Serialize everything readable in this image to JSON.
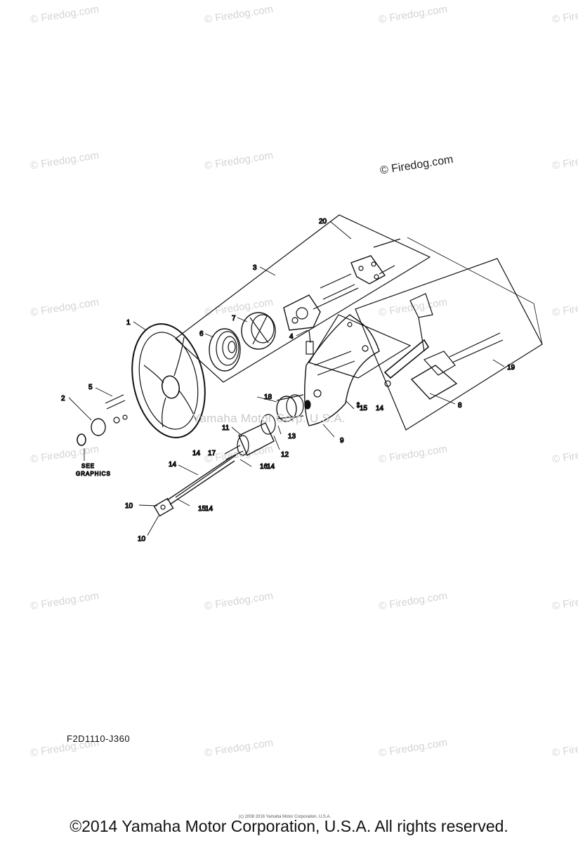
{
  "watermarks": {
    "text": "© Firedog.com",
    "highlight": "© Firedog.com"
  },
  "overlay_text": "Yamaha Motor Corp. U.S.A.",
  "part_code": "F2D1110-J360",
  "see_graphics": [
    "SEE",
    "GRAPHICS"
  ],
  "callouts": {
    "c1": "1",
    "c2": "2",
    "c3": "3",
    "c4": "4",
    "c5": "5",
    "c6": "6",
    "c7": "7",
    "c8": "8",
    "c9": "9",
    "c10a": "10",
    "c10b": "10",
    "c11": "11",
    "c12": "12",
    "c13": "13",
    "c14a": "14",
    "c14b": "14",
    "c14c": "14",
    "c14d": "14",
    "c14e": "14",
    "c15a": "15",
    "c15b": "15",
    "c16": "16",
    "c17": "17",
    "c18": "18",
    "c19": "19",
    "c20": "20"
  },
  "tiny_copyright": "(c) 2008 2016 Yamaha Motor Corporation, U.S.A.",
  "footer": "©2014 Yamaha Motor Corporation, U.S.A. All rights reserved."
}
